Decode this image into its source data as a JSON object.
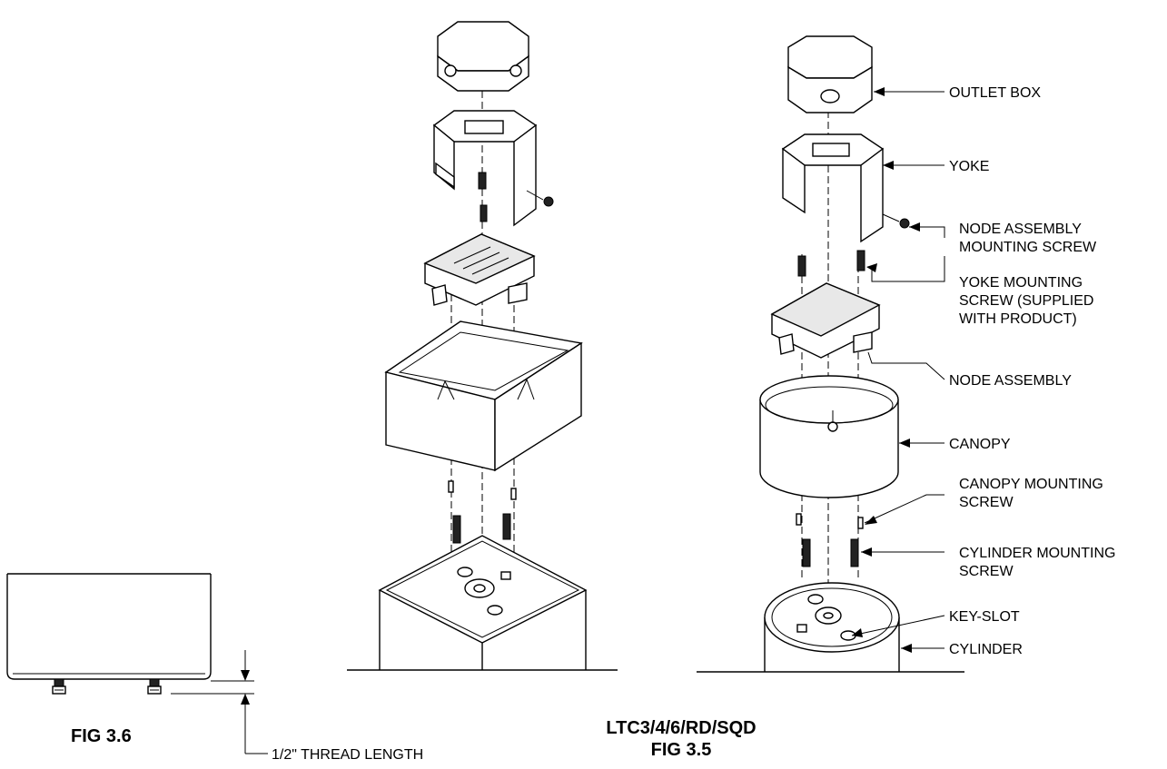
{
  "labels": {
    "outlet_box": "OUTLET BOX",
    "yoke": "YOKE",
    "node_screw_1": "NODE ASSEMBLY",
    "node_screw_2": "MOUNTING SCREW",
    "yoke_screw_1": "YOKE MOUNTING",
    "yoke_screw_2": "SCREW (SUPPLIED",
    "yoke_screw_3": "WITH PRODUCT)",
    "node_assembly": "NODE ASSEMBLY",
    "canopy": "CANOPY",
    "canopy_screw_1": "CANOPY MOUNTING",
    "canopy_screw_2": "SCREW",
    "cyl_screw_1": "CYLINDER MOUNTING",
    "cyl_screw_2": "SCREW",
    "key_slot": "KEY-SLOT",
    "cylinder": "CYLINDER",
    "thread_length": "1/2\"  THREAD LENGTH"
  },
  "captions": {
    "fig_3_6": "FIG 3.6",
    "model": "LTC3/4/6/RD/SQD",
    "fig_3_5": "FIG 3.5"
  }
}
